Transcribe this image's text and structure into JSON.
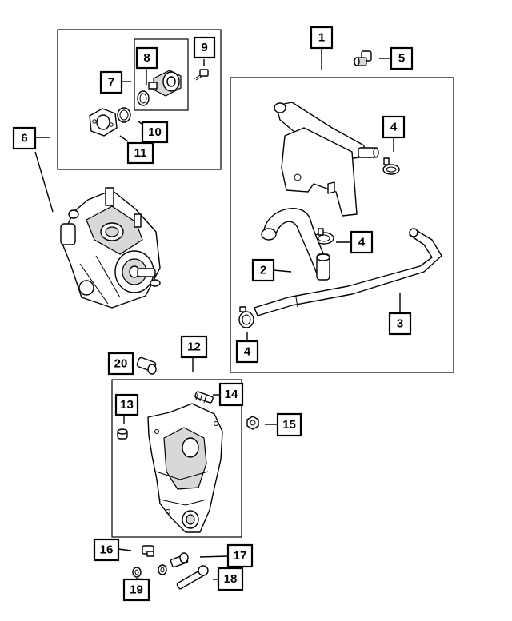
{
  "callouts": [
    {
      "id": "c1",
      "label": "1"
    },
    {
      "id": "c2",
      "label": "2"
    },
    {
      "id": "c3",
      "label": "3"
    },
    {
      "id": "c4a",
      "label": "4"
    },
    {
      "id": "c4b",
      "label": "4"
    },
    {
      "id": "c4c",
      "label": "4"
    },
    {
      "id": "c5",
      "label": "5"
    },
    {
      "id": "c6",
      "label": "6"
    },
    {
      "id": "c7",
      "label": "7"
    },
    {
      "id": "c8",
      "label": "8"
    },
    {
      "id": "c9",
      "label": "9"
    },
    {
      "id": "c10",
      "label": "10"
    },
    {
      "id": "c11",
      "label": "11"
    },
    {
      "id": "c12",
      "label": "12"
    },
    {
      "id": "c13",
      "label": "13"
    },
    {
      "id": "c14",
      "label": "14"
    },
    {
      "id": "c15",
      "label": "15"
    },
    {
      "id": "c16",
      "label": "16"
    },
    {
      "id": "c17",
      "label": "17"
    },
    {
      "id": "c18",
      "label": "18"
    },
    {
      "id": "c19",
      "label": "19"
    },
    {
      "id": "c20",
      "label": "20"
    }
  ]
}
